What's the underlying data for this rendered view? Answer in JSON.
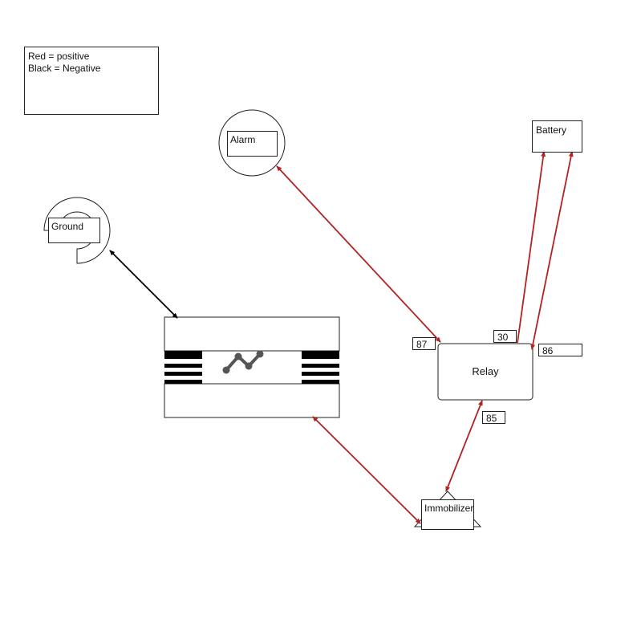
{
  "legend": {
    "line1": "Red = positive",
    "line2": "Black = Negative"
  },
  "components": {
    "alarm": "Alarm",
    "ground": "Ground",
    "battery": "Battery",
    "relay": "Relay",
    "immobilizer": "Immobilizer"
  },
  "relay_pins": {
    "pin87": "87",
    "pin30": "30",
    "pin86": "86",
    "pin85": "85"
  },
  "colors": {
    "positive": "#b22222",
    "negative": "#000000"
  }
}
